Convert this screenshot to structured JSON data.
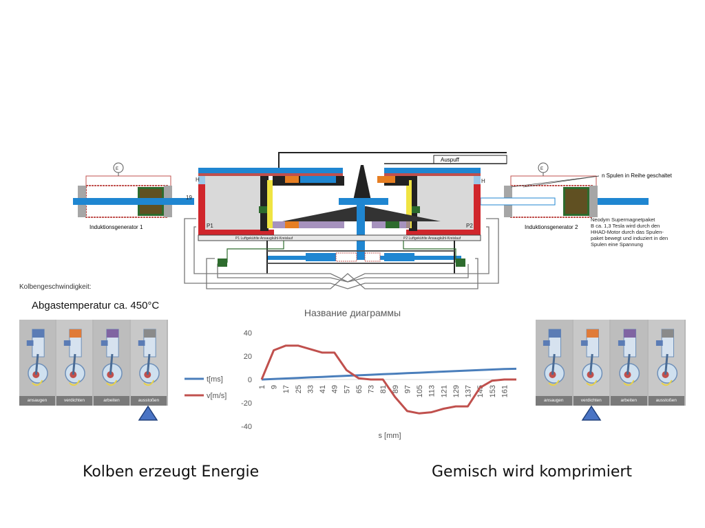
{
  "engine": {
    "label_auspuff": "Auspuff",
    "label_gen1": "Induktionsgenerator 1",
    "label_gen2": "Induktionsgenerator 2",
    "label_spulen": "n Spulen in Reihe geschaltet",
    "note_magnet": [
      "Neodym Supermagnetpaket",
      "B ca. 1,3 Tesla wird durch den",
      "HHAD-Motor durch das Spulen-",
      "paket bewegt und induziert in den",
      "Spulen eine Spannung"
    ],
    "label_p1": "P1",
    "label_p2": "P2",
    "label_h_left": "H",
    "label_h_right": "H",
    "label_19": "19",
    "label_kreislauf_left": "P1 Luftgekühlte Ansaugkühl-Kreislauf",
    "label_kreislauf_right": "P2 Luftgekühlte Ansaugkühl-Kreislauf",
    "meter_left": "E",
    "meter_right": "E"
  },
  "kolbengeschwindigkeit": "Kolbengeschwindigkeit:",
  "abgas": "Abgastemperatur ca. 450°C",
  "stages_left": [
    "ansaugen",
    "verdichten",
    "arbeiten",
    "ausstoßen"
  ],
  "stages_right": [
    "ansaugen",
    "verdichten",
    "arbeiten",
    "ausstoßen"
  ],
  "caption_left": "Kolben erzeugt Energie",
  "caption_right": "Gemisch wird komprimiert",
  "colors": {
    "blue": "#4a7ebb",
    "red": "#c0504d",
    "marker": "#4a74c4"
  },
  "chart_data": {
    "type": "line",
    "title": "Название диаграммы",
    "xlabel": "s [mm]",
    "ylabel": "",
    "ylim": [
      -40,
      40
    ],
    "yticks": [
      40,
      20,
      0,
      -20,
      -40
    ],
    "xticks": [
      "1",
      "9",
      "17",
      "25",
      "33",
      "41",
      "49",
      "57",
      "65",
      "73",
      "81",
      "89",
      "97",
      "105",
      "113",
      "121",
      "129",
      "137",
      "145",
      "153",
      "161"
    ],
    "x": [
      1,
      9,
      17,
      25,
      33,
      41,
      49,
      57,
      65,
      73,
      81,
      89,
      97,
      105,
      113,
      121,
      129,
      137,
      145,
      153,
      161,
      169
    ],
    "legend_position": "left",
    "series": [
      {
        "name": "t[ms]",
        "color": "#4a7ebb",
        "values": [
          0,
          0.45,
          0.9,
          1.35,
          1.8,
          2.25,
          2.7,
          3.15,
          3.6,
          4.05,
          4.5,
          4.95,
          5.4,
          5.85,
          6.3,
          6.75,
          7.2,
          7.65,
          8.1,
          8.55,
          9.0,
          9.2
        ]
      },
      {
        "name": "v[m/s]",
        "color": "#c0504d",
        "values": [
          0,
          25,
          29,
          29,
          26,
          23,
          23,
          8,
          1,
          0,
          0,
          -15,
          -27,
          -29,
          -28,
          -25,
          -23,
          -23,
          -7,
          -1,
          0,
          0
        ]
      }
    ]
  }
}
